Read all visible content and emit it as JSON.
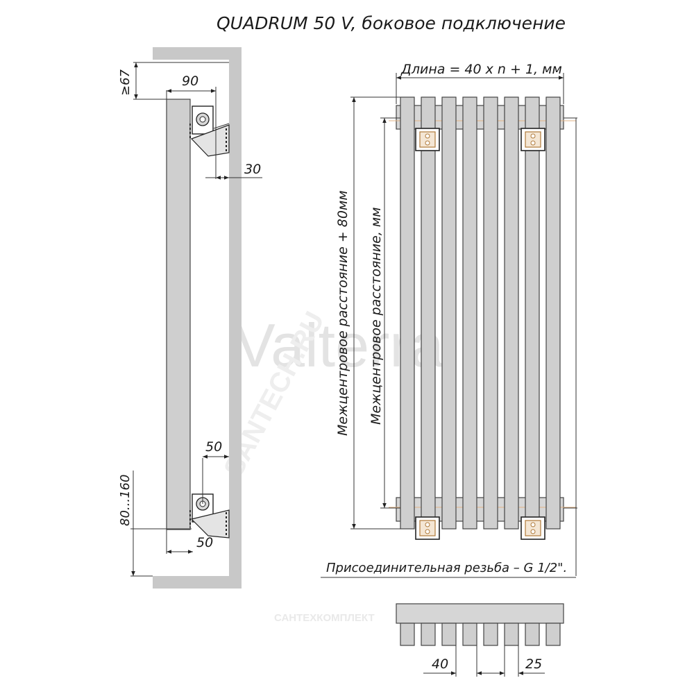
{
  "title": "QUADRUM 50 V, боковое подключение",
  "watermarks": {
    "brand": "Valterra",
    "diagonal": "SANTECH.RU",
    "bottom": "САНТЕХКОМПЛЕКТ"
  },
  "side_view": {
    "dim_top_gap": "≥67",
    "dim_depth": "90",
    "dim_wall_gap": "30",
    "dim_bracket_offset": "50",
    "dim_bottom_offset": "50",
    "dim_floor_gap": "80...160"
  },
  "front_view": {
    "dim_length": "Длина = 40 x n + 1, мм",
    "dim_height": "Межцентровое расстояние + 80мм",
    "dim_center": "Межцентровое расстояние, мм",
    "thread_note": "Присоединительная резьба – G 1/2\"."
  },
  "bottom_view": {
    "dim_pitch": "40",
    "dim_tube": "25"
  },
  "colors": {
    "wall": "#c8c8c8",
    "tube": "#cfcfcf",
    "accent": "#b07a3a"
  }
}
